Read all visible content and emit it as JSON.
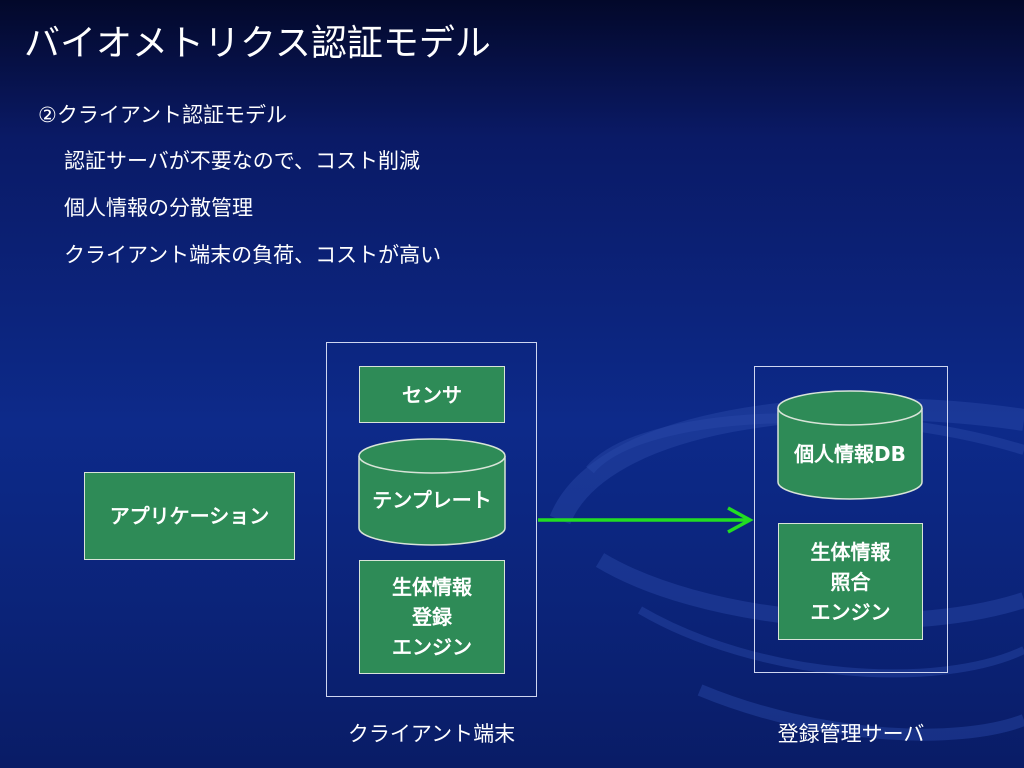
{
  "slide": {
    "title": "バイオメトリクス認証モデル",
    "subtitle": "②クライアント認証モデル",
    "bullets": [
      "認証サーバが不要なので、コスト削減",
      "個人情報の分散管理",
      "クライアント端末の負荷、コストが高い"
    ]
  },
  "diagram": {
    "application": "アプリケーション",
    "client": {
      "caption": "クライアント端末",
      "sensor": "センサ",
      "template": "テンプレート",
      "registration_engine": "生体情報\n登録\nエンジン"
    },
    "server": {
      "caption": "登録管理サーバ",
      "personal_db": "個人情報DB",
      "matching_engine": "生体情報\n照合\nエンジン"
    }
  },
  "colors": {
    "background_top": "#03082a",
    "background_main": "#0d2a8a",
    "box_fill": "#2e8b57",
    "arrow": "#22dd22",
    "text": "#ffffff"
  }
}
